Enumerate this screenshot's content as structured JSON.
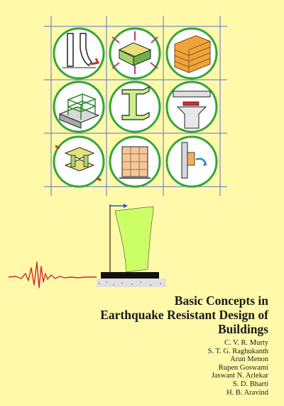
{
  "cover": {
    "title_lines": [
      "Basic Concepts in",
      "Earthquake Resistant Design of",
      "Buildings"
    ],
    "authors": [
      "C. V. R. Murty",
      "S. T. G. Raghukanth",
      "Arun Menon",
      "Rupen Goswami",
      "Jaswant N. Arlekar",
      "S. D. Bharti",
      "H. B. Aravind"
    ],
    "icons": [
      "column-bending-icon",
      "soil-shear-block-icon",
      "brick-wall-icon",
      "rebar-cage-icon",
      "steel-i-beam-icon",
      "pier-bearing-icon",
      "shear-wall-coupling-icon",
      "masonry-frame-icon",
      "wall-rotation-icon"
    ],
    "colors": {
      "background": "#fff9a9",
      "grid": "#3b5bd6",
      "icon_circle": "#33a63a",
      "building_green": "#ccff66",
      "seismogram": "#cc2b2b"
    }
  }
}
